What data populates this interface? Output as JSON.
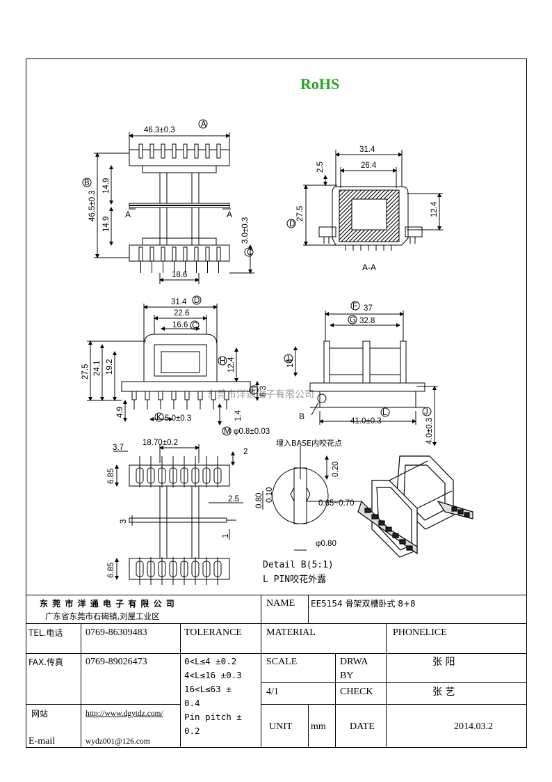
{
  "header": {
    "rohs": "RoHS"
  },
  "watermark": "东莞市洋通电子有限公司",
  "top_view": {
    "width": "46.3±0.3",
    "width_tag": "A",
    "height": "46.5±0.3",
    "height_tag": "B",
    "upper_half": "14.9",
    "lower_half": "14.9",
    "section_left": "A",
    "section_right": "A",
    "pin_len": "3.0±0.3",
    "pin_len_tag": "C",
    "center_width": "18.6"
  },
  "section_view": {
    "outer": "31.4",
    "inner": "26.4",
    "flange": "2.5",
    "height": "27.5",
    "height_tag": "D",
    "window": "12.4",
    "caption": "A-A"
  },
  "front_view": {
    "width": "31.4",
    "width_tag": "D",
    "w2": "22.6",
    "w3": "16.6",
    "w3_tag": "C",
    "h1": "27.5",
    "h2": "24.1",
    "h3": "19.2",
    "h4": "12.4",
    "h4_tag": "H",
    "h5": "6.3",
    "h5_tag": "F",
    "base": "4.9",
    "pitch": "5.0±0.3",
    "pitch_tag": "K",
    "pin_h": "1.4",
    "pin_d": "φ0.8±0.03",
    "pin_d_tag": "M"
  },
  "side_view": {
    "len": "37",
    "len_tag": "F",
    "len2": "32.8",
    "len2_tag": "G",
    "h": "14",
    "h_tag": "J",
    "pins": "41.0±0.3",
    "pins_tag": "L",
    "tail": "4.0±0.3",
    "tail_tag": "J",
    "detail_mark": "B"
  },
  "bottom_view": {
    "w1": "3.7",
    "w2": "18.70±0.2",
    "h1": "6.85",
    "h2": "2",
    "h3": "2.5",
    "h4": "3",
    "h5": "1",
    "h6": "6.85"
  },
  "detail": {
    "note": "埋入BASE内咬花点",
    "d1": "0.20",
    "d2": "0.80",
    "d3": "0.10",
    "d4": "0.65~0.70",
    "d5": "φ0.80",
    "caption1": "Detail  B(5:1)",
    "caption2": "L PIN咬花外露"
  },
  "title_block": {
    "company": "东 莞 市 洋 通 电 子 有 限 公 司",
    "address": "广东省东莞市石碣镇,刘屋工业区",
    "name_label": "NAME",
    "name_value": "EE5154 骨架双槽卧式 8+8",
    "tel_label": "TEL.电话",
    "tel_value": "0769-86309483",
    "tolerance_label": "TOLERANCE",
    "material_label": "MATERIAL",
    "material_value": "PHONELICE",
    "fax_label": "FAX.传真",
    "fax_value": "0769-89026473",
    "tolerances": [
      "0<L≤4  ±0.2",
      "4<L≤16 ±0.3",
      "16<L≤63 ±",
      "0.4",
      "Pin pitch ±",
      "0.2"
    ],
    "scale_label": "SCALE",
    "drawn_label_1": "DRWA",
    "drawn_label_2": "BY",
    "drawn_value": "张 阳",
    "scale_value": "4/1",
    "check_label": "CHECK",
    "check_value": "张 艺",
    "web_label": "网站",
    "web_value": "http://www.dgytdz.com/",
    "email_label": "E-mail",
    "email_value": "wydz001@126.com",
    "unit_label": "UNIT",
    "unit_value": "mm",
    "date_label": "DATE",
    "date_value": "2014.03.2"
  }
}
